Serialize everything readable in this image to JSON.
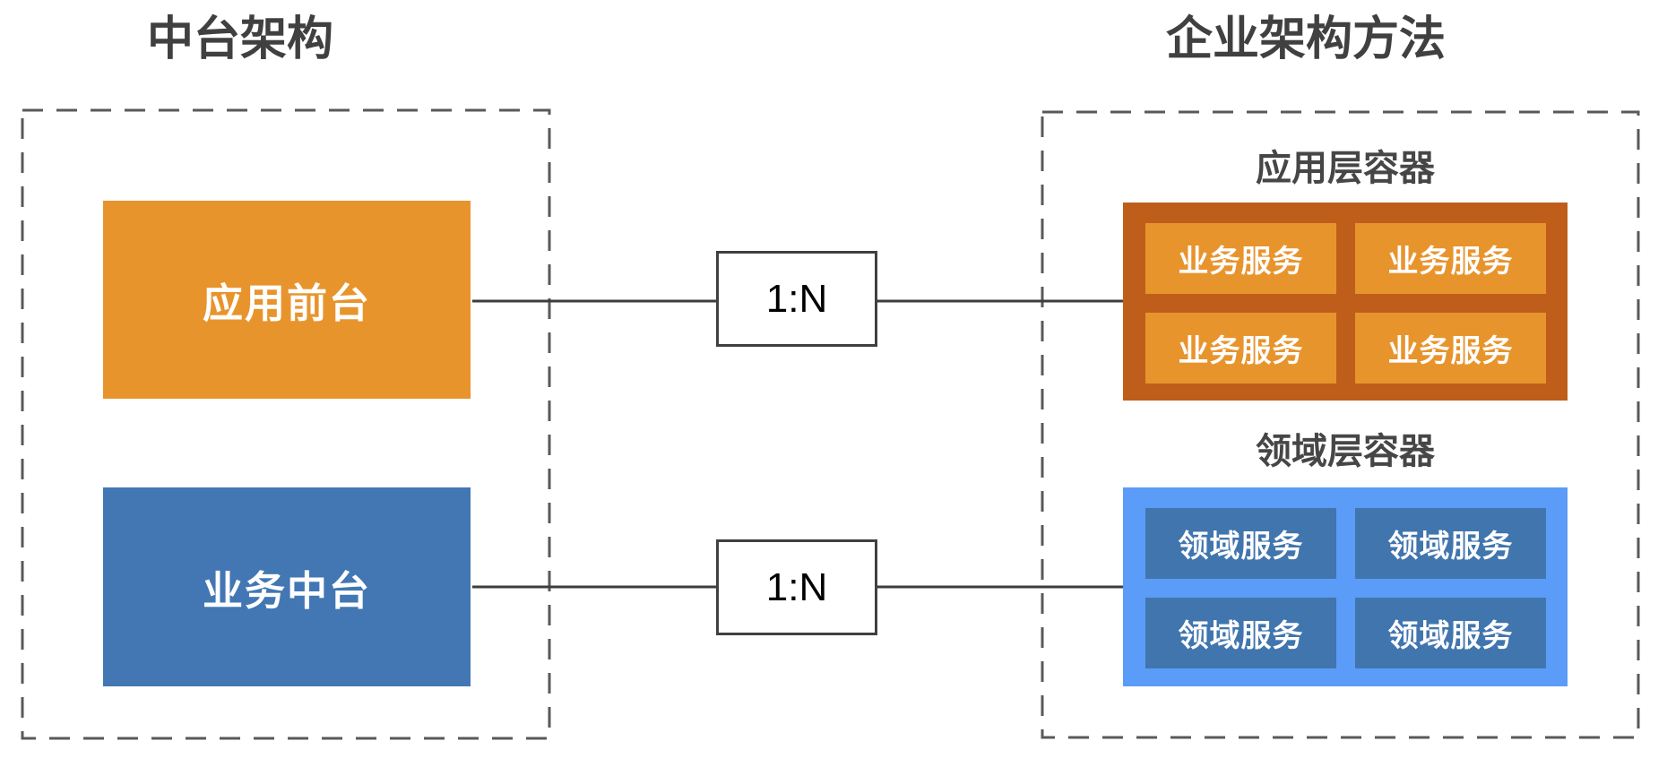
{
  "colors": {
    "title_text": "#404040",
    "label_text": "#464646",
    "dashed_border": "#595959",
    "connector_line": "#3d3d3d",
    "relation_border": "#404040",
    "relation_text": "#000000",
    "node_text": "#ffffff",
    "frontend_fill": "#E8942D",
    "midplatform_fill": "#4277B4",
    "app_container_fill": "#BF5E1B",
    "app_item_fill": "#E8942D",
    "domain_container_fill": "#5A9CF7",
    "domain_item_fill": "#4175AE"
  },
  "left_group": {
    "title": "中台架构",
    "nodes": [
      {
        "label": "应用前台",
        "fill": "#E8942D"
      },
      {
        "label": "业务中台",
        "fill": "#4277B4"
      }
    ]
  },
  "relations": [
    {
      "label": "1:N"
    },
    {
      "label": "1:N"
    }
  ],
  "right_group": {
    "title": "企业架构方法",
    "containers": [
      {
        "label": "应用层容器",
        "fill": "#BF5E1B",
        "item_fill": "#E8942D",
        "items": [
          "业务服务",
          "业务服务",
          "业务服务",
          "业务服务"
        ]
      },
      {
        "label": "领域层容器",
        "fill": "#5A9CF7",
        "item_fill": "#4175AE",
        "items": [
          "领域服务",
          "领域服务",
          "领域服务",
          "领域服务"
        ]
      }
    ]
  }
}
